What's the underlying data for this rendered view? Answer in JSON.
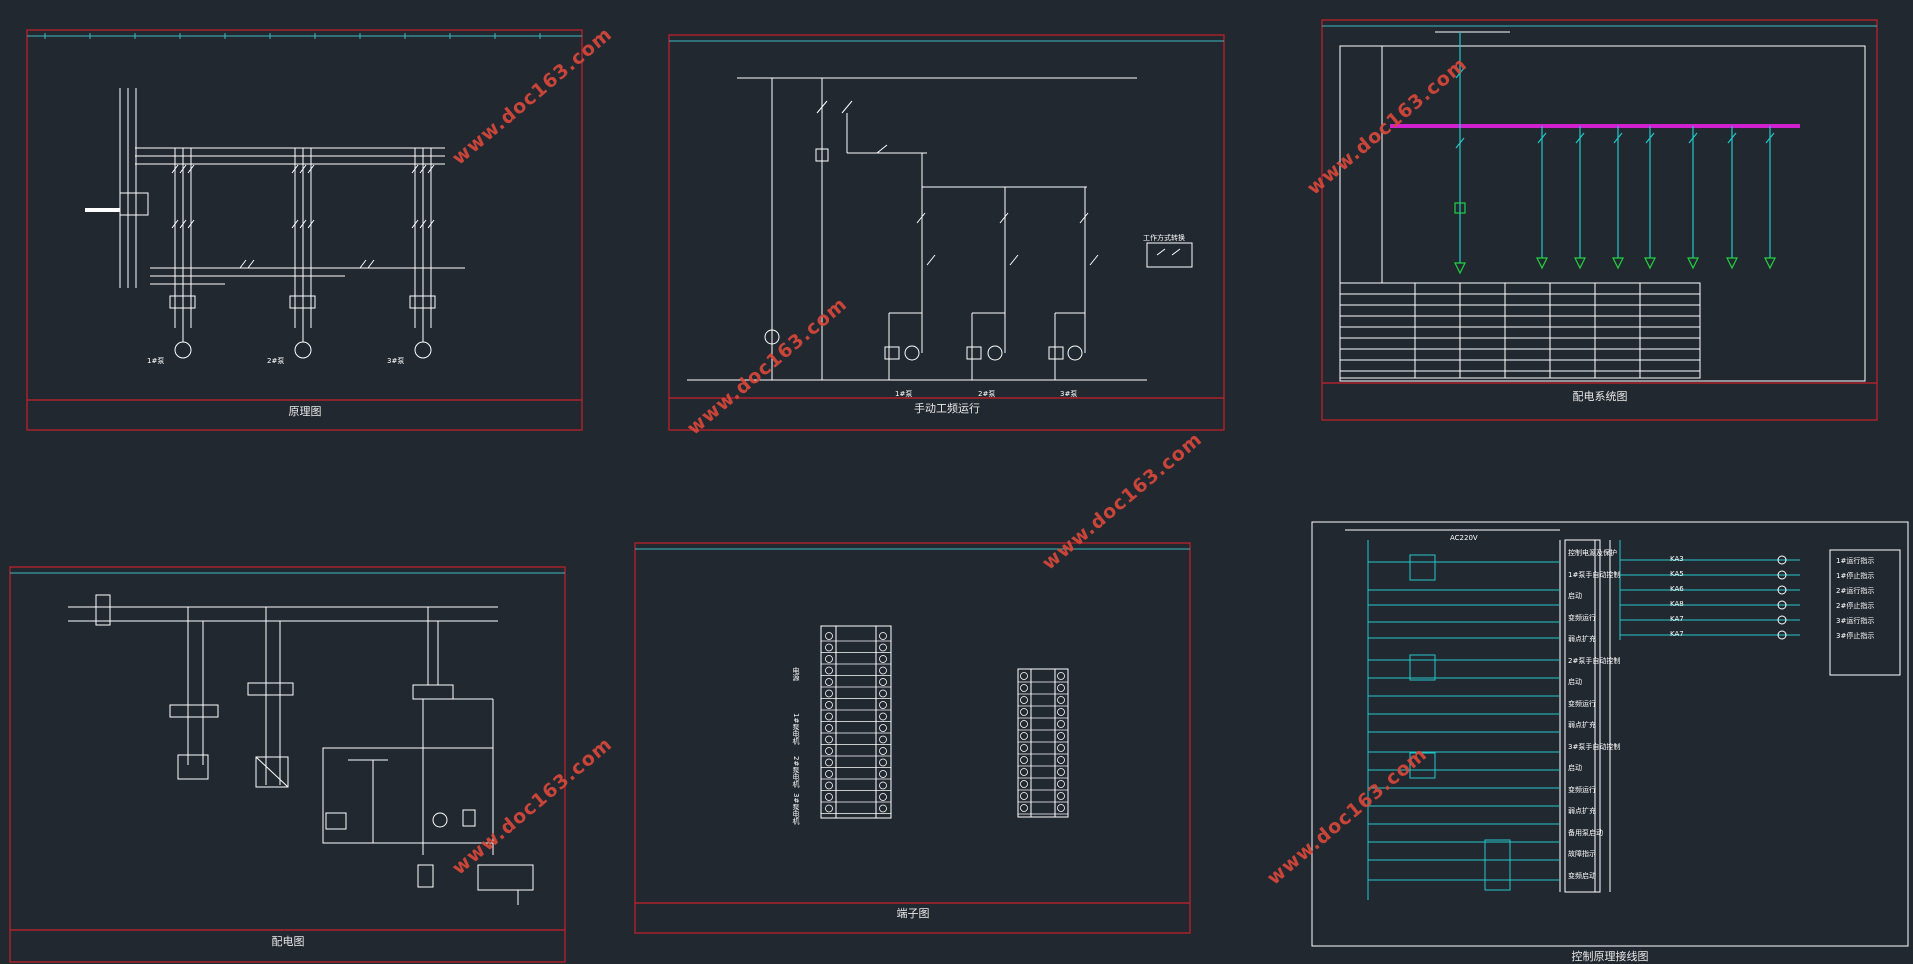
{
  "sheets": {
    "principle": {
      "caption": "原理图",
      "motor_labels": [
        "1#泵",
        "2#泵",
        "3#泵"
      ]
    },
    "manual": {
      "caption": "手动工频运行",
      "pump_labels": [
        "1#泵",
        "2#泵",
        "3#泵"
      ],
      "inset_label": "工作方式转换"
    },
    "system": {
      "caption": "配电系统图"
    },
    "wiring": {
      "caption": "配电图"
    },
    "terminal": {
      "caption": "端子图",
      "side_labels": [
        "电源",
        "1#泵电机",
        "2#泵电机",
        "3#泵电机"
      ]
    },
    "control": {
      "caption": "控制原理接线图",
      "title": "AC220V",
      "right_labels": [
        "控制电源及保护",
        "1#泵手自动控制",
        "启动",
        "变频运行",
        "弱点扩充",
        "2#泵手自动控制",
        "启动",
        "变频运行",
        "弱点扩充",
        "3#泵手自动控制",
        "启动",
        "变频运行",
        "弱点扩充",
        "备用泵启动",
        "故障指示",
        "变频启动"
      ],
      "indicator_labels": [
        "1#运行指示",
        "1#停止指示",
        "2#运行指示",
        "2#停止指示",
        "3#运行指示",
        "3#停止指示"
      ],
      "relay_labels": [
        "KA3",
        "KA5",
        "KA6",
        "KA8",
        "KA7",
        "KA7"
      ]
    }
  },
  "watermark": "www.doc163.com",
  "colors": {
    "background": "#212830",
    "frame": "#c8202a",
    "ruler": "#3fb8c0",
    "line": "#ffffff",
    "busbar": "#d020d0",
    "cyan": "#22c8c8",
    "green": "#22d040",
    "magenta": "#e020e0",
    "red": "#e03030",
    "yellow": "#e8e020"
  }
}
